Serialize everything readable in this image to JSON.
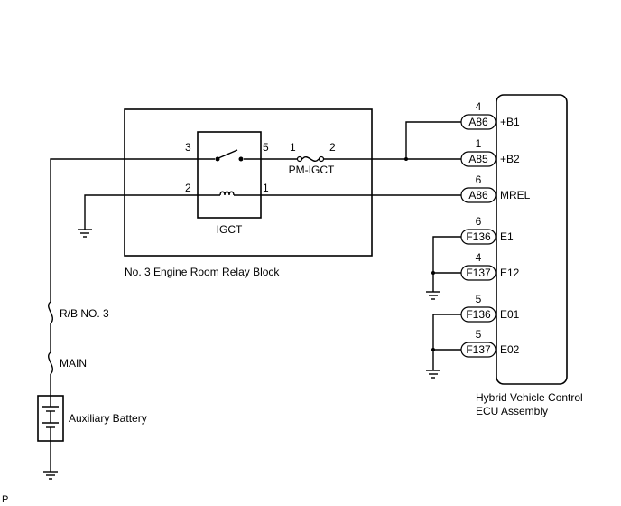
{
  "relay_block": {
    "label": "No. 3 Engine Room Relay Block",
    "relay_label": "IGCT",
    "fuse_label": "PM-IGCT",
    "pins": {
      "p3": "3",
      "p5": "5",
      "p2": "2",
      "p1": "1",
      "fuse_in": "1",
      "fuse_out": "2"
    }
  },
  "left_fuses": {
    "rb_no3": "R/B NO. 3",
    "main": "MAIN"
  },
  "battery": {
    "label": "Auxiliary Battery"
  },
  "ecu": {
    "label_line1": "Hybrid Vehicle Control",
    "label_line2": "ECU Assembly",
    "terminals": [
      {
        "pin": "4",
        "connector": "A86",
        "name": "+B1"
      },
      {
        "pin": "1",
        "connector": "A85",
        "name": "+B2"
      },
      {
        "pin": "6",
        "connector": "A86",
        "name": "MREL"
      },
      {
        "pin": "6",
        "connector": "F136",
        "name": "E1"
      },
      {
        "pin": "4",
        "connector": "F137",
        "name": "E12"
      },
      {
        "pin": "5",
        "connector": "F136",
        "name": "E01"
      },
      {
        "pin": "5",
        "connector": "F137",
        "name": "E02"
      }
    ]
  },
  "corner_mark": "P"
}
